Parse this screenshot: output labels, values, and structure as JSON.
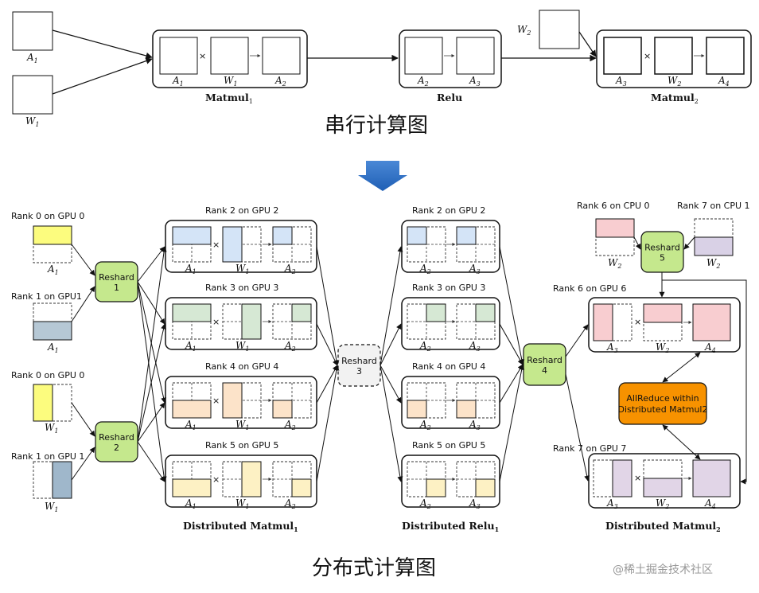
{
  "serial": {
    "title": "串行计算图",
    "inputs": [
      {
        "name": "A",
        "sub": "1"
      },
      {
        "name": "W",
        "sub": "1"
      },
      {
        "name": "W",
        "sub": "2"
      }
    ],
    "ops": [
      {
        "name": "Matmul",
        "sub": "1",
        "operands": [
          {
            "name": "A",
            "sub": "1"
          },
          {
            "name": "W",
            "sub": "1"
          },
          {
            "name": "A",
            "sub": "2"
          }
        ]
      },
      {
        "name": "Relu",
        "sub": "",
        "operands": [
          {
            "name": "A",
            "sub": "2"
          },
          {
            "name": "A",
            "sub": "3"
          }
        ]
      },
      {
        "name": "Matmul",
        "sub": "2",
        "operands": [
          {
            "name": "A",
            "sub": "3"
          },
          {
            "name": "W",
            "sub": "2"
          },
          {
            "name": "A",
            "sub": "4"
          }
        ]
      }
    ]
  },
  "distributed": {
    "title": "分布式计算图",
    "inputs": [
      {
        "rank": "Rank 0 on GPU 0",
        "name": "A",
        "sub": "1",
        "color": "#fcfc7e"
      },
      {
        "rank": "Rank 1 on GPU1",
        "name": "A",
        "sub": "1",
        "color": "#b6c8d5"
      },
      {
        "rank": "Rank 0 on GPU 0",
        "name": "W",
        "sub": "1",
        "color": "#fcfc7e"
      },
      {
        "rank": "Rank 1 on GPU 1",
        "name": "W",
        "sub": "1",
        "color": "#9fb7cb"
      },
      {
        "rank": "Rank 6 on CPU 0",
        "name": "W",
        "sub": "2",
        "color": "#f8cdd0"
      },
      {
        "rank": "Rank 7 on CPU 1",
        "name": "W",
        "sub": "2",
        "color": "#d9d1e6"
      }
    ],
    "reshards": [
      {
        "label": "Reshard",
        "num": "1"
      },
      {
        "label": "Reshard",
        "num": "2"
      },
      {
        "label": "Reshard",
        "num": "3"
      },
      {
        "label": "Reshard",
        "num": "4"
      },
      {
        "label": "Reshard",
        "num": "5"
      }
    ],
    "matmul1": {
      "caption": "Distributed Matmul",
      "sub": "1",
      "ranks": [
        "Rank 2 on GPU 2",
        "Rank 3 on GPU 3",
        "Rank 4 on GPU 4",
        "Rank 5 on GPU 5"
      ],
      "colors": [
        "#d4e4f7",
        "#d6e8d4",
        "#fce3c9",
        "#fdf1c4"
      ]
    },
    "relu": {
      "caption": "Distributed Relu",
      "sub": "1",
      "ranks": [
        "Rank 2 on GPU 2",
        "Rank 3 on GPU 3",
        "Rank 4 on GPU 4",
        "Rank 5 on GPU 5"
      ]
    },
    "matmul2": {
      "caption": "Distributed Matmul",
      "sub": "2",
      "ranks": [
        "Rank 6 on GPU 6",
        "Rank 7 on GPU 7"
      ],
      "colors": [
        "#f8cdd0",
        "#e1d5e7"
      ]
    },
    "allreduce": {
      "line1": "AllReduce within",
      "line2": "Distributed Matmul2"
    }
  },
  "watermark": "@稀土掘金技术社区",
  "colors": {
    "reshard_green": "#c5e88d",
    "reshard_grey": "#f2f2f2",
    "allreduce_orange": "#f79200",
    "arrow_blue": "#2867bd"
  }
}
